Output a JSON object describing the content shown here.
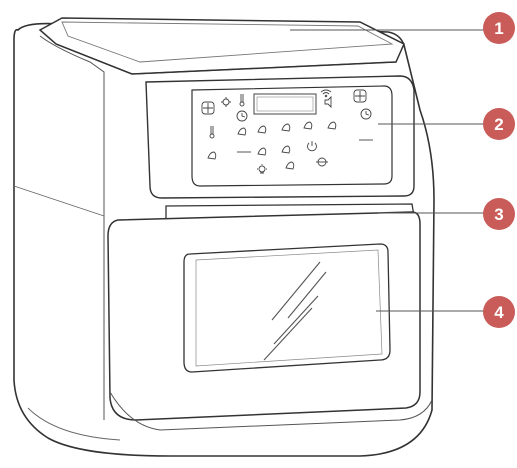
{
  "diagram": {
    "subject": "air fryer oven",
    "callouts": [
      {
        "number": "1",
        "part": "lid"
      },
      {
        "number": "2",
        "part": "control-panel"
      },
      {
        "number": "3",
        "part": "door-handle"
      },
      {
        "number": "4",
        "part": "door-window"
      }
    ],
    "colors": {
      "outline": "#333333",
      "callout_fill": "#c95c58",
      "callout_text": "#ffffff",
      "leader_line": "#555555"
    },
    "panel_icons": [
      "plus-icon",
      "gear-icon",
      "thermometer-icon",
      "wifi-icon",
      "plus-icon",
      "clock-icon",
      "mute-icon",
      "clock-icon",
      "thermometer-icon",
      "fries-icon",
      "chicken-icon",
      "skewer-icon",
      "steak-icon",
      "shrimp-icon",
      "fish-icon",
      "minus-icon",
      "cake-icon",
      "fish-small-icon",
      "minus-icon",
      "bulb-icon",
      "dehydrate-icon",
      "rotisserie-icon",
      "power-icon"
    ]
  }
}
